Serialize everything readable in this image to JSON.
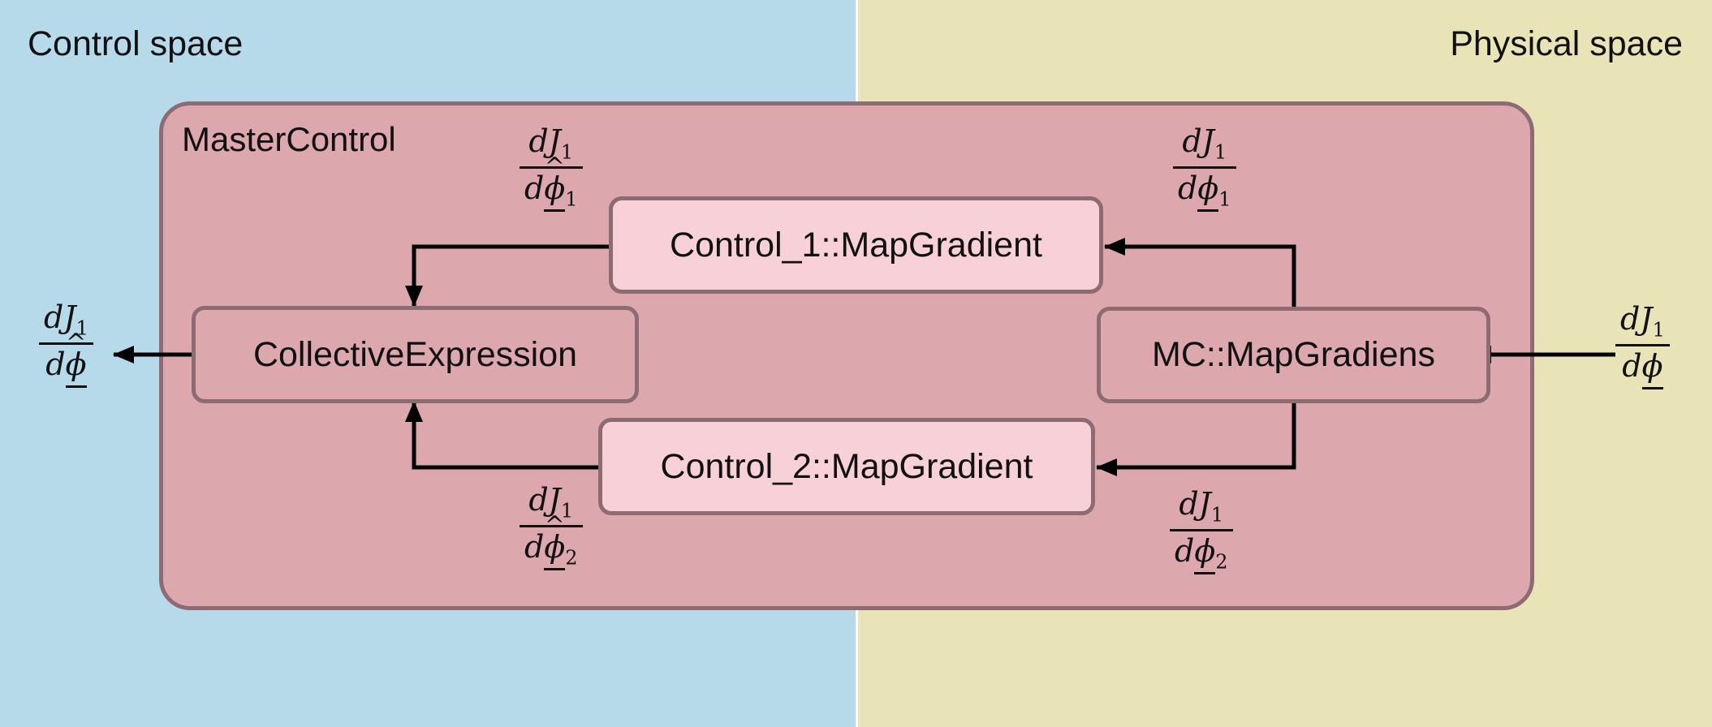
{
  "regions": {
    "control_title": "Control space",
    "physical_title": "Physical space",
    "colors": {
      "control": "#b6dae9",
      "physical": "#e8e4b7"
    }
  },
  "master": {
    "label": "MasterControl",
    "colors": {
      "fill": "#dca8ae",
      "border": "#8d6b72"
    }
  },
  "boxes": {
    "control1": "Control_1::MapGradient",
    "control2": "Control_2::MapGradient",
    "collective": "CollectiveExpression",
    "mc": "MC::MapGradiens"
  },
  "formulas": {
    "numerator": {
      "d": "d",
      "J": "J",
      "sub": "1"
    },
    "denominator": {
      "d": "d",
      "phi": "ϕ",
      "hat": "^",
      "sub1": "1",
      "sub2": "2"
    }
  }
}
